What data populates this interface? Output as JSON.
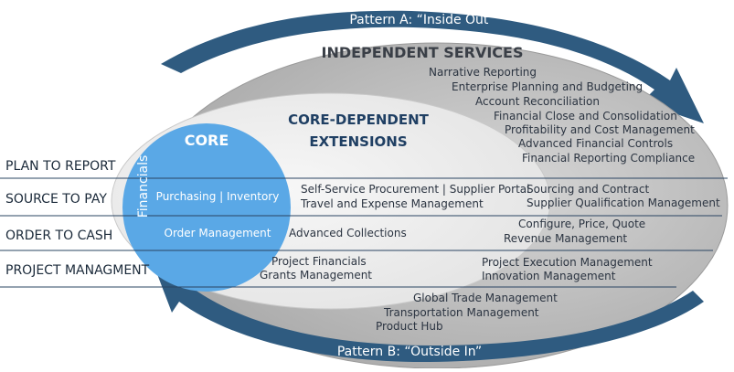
{
  "patterns": {
    "top": "Pattern A: “Inside Out”",
    "bottom": "Pattern B: “Outside In”"
  },
  "independent": {
    "title": "INDEPENDENT SERVICES",
    "plan_items": [
      "Narrative Reporting",
      "Enterprise Planning and Budgeting",
      "Account Reconciliation",
      "Financial Close and Consolidation",
      "Profitability and Cost Management",
      "Advanced Financial Controls",
      "Financial Reporting Compliance"
    ],
    "source_items": [
      "Sourcing and Contract",
      "Supplier Qualification Management"
    ],
    "order_items": [
      "Configure, Price, Quote",
      "Revenue Management"
    ],
    "project_items": [
      "Project Execution Management",
      "Innovation Management"
    ],
    "bottom_items": [
      "Global Trade Management",
      "Transportation Management",
      "Product Hub"
    ]
  },
  "extensions": {
    "title_line1": "CORE-DEPENDENT",
    "title_line2": "EXTENSIONS",
    "source_items": [
      "Self-Service Procurement | Supplier Portal",
      "Travel and Expense Management"
    ],
    "order_items": [
      "Advanced Collections"
    ],
    "project_items": [
      "Project Financials",
      "Grants Management"
    ]
  },
  "core": {
    "title": "CORE",
    "vertical": "Financials",
    "purchasing": "Purchasing | Inventory",
    "order": "Order Management"
  },
  "rows": [
    "PLAN TO REPORT",
    "SOURCE TO PAY",
    "ORDER TO CASH",
    "PROJECT MANAGMENT"
  ],
  "colors": {
    "arrow": "#2f5b80",
    "outer_ellipse": "#b8b8b8",
    "inner_ellipse": "#ececec",
    "core_circle": "#5aa8e6",
    "divider": "#2a4462"
  }
}
